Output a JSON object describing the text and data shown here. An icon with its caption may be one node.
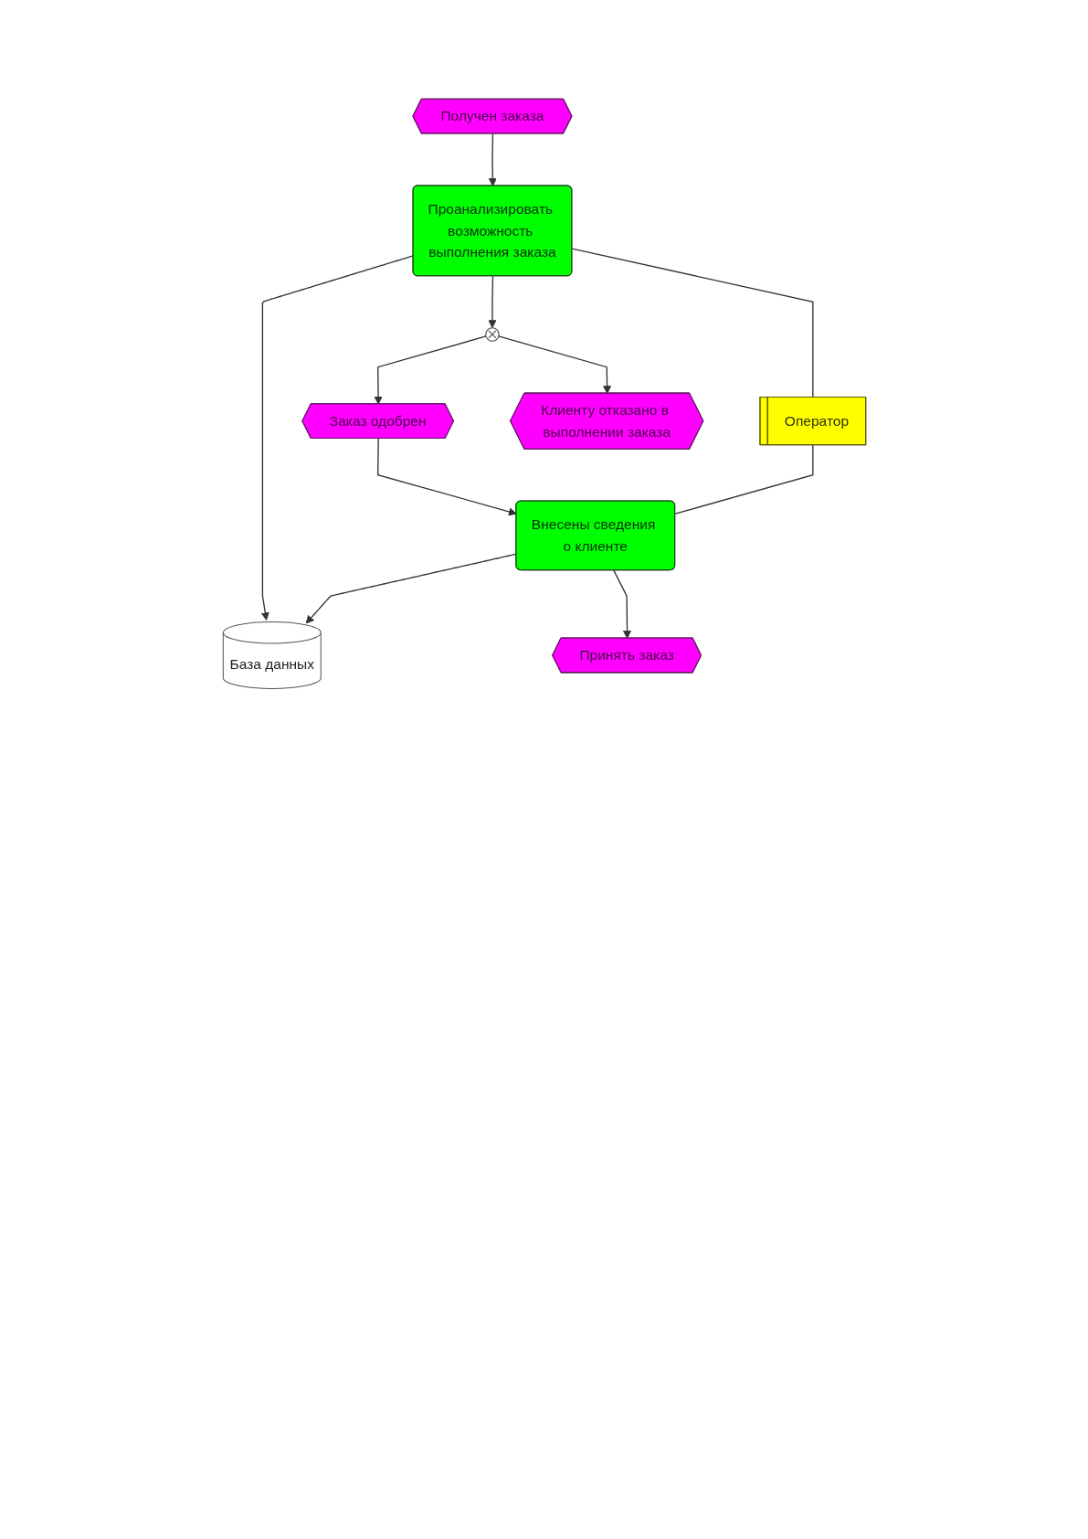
{
  "diagram": {
    "nodes": [
      {
        "text": [
          "Получен заказа"
        ]
      },
      {
        "text": [
          "Оператор"
        ]
      },
      {
        "text": [
          "Проанализировать возможность выполнения заказа"
        ]
      },
      {
        "text": [
          "База данных"
        ]
      },
      {
        "text": [],
        "shape": "circle"
      },
      {
        "text": [
          "Заказ одобрен"
        ]
      },
      {
        "text": [
          "Клиенту отказано в выполнении заказа"
        ]
      },
      {
        "text": [
          "Внесены сведения о клиенте"
        ]
      },
      {
        "text": [
          "Принять заказ"
        ]
      }
    ],
    "edges": [
      {
        "from": 0,
        "to": 2,
        "arrow": "to"
      },
      {
        "from": 2,
        "to": 1,
        "arrow": "none"
      },
      {
        "from": 2,
        "to": 3,
        "arrow": "to"
      },
      {
        "from": 2,
        "to": 4,
        "arrow": "to"
      },
      {
        "from": 4,
        "to": 5,
        "arrow": "to"
      },
      {
        "from": 4,
        "to": 6,
        "arrow": "to"
      },
      {
        "from": 5,
        "to": 7,
        "arrow": "to"
      },
      {
        "from": 1,
        "to": 7,
        "arrow": "none"
      },
      {
        "from": 7,
        "to": 3,
        "arrow": "to"
      },
      {
        "from": 7,
        "to": 8,
        "arrow": "to"
      }
    ]
  }
}
